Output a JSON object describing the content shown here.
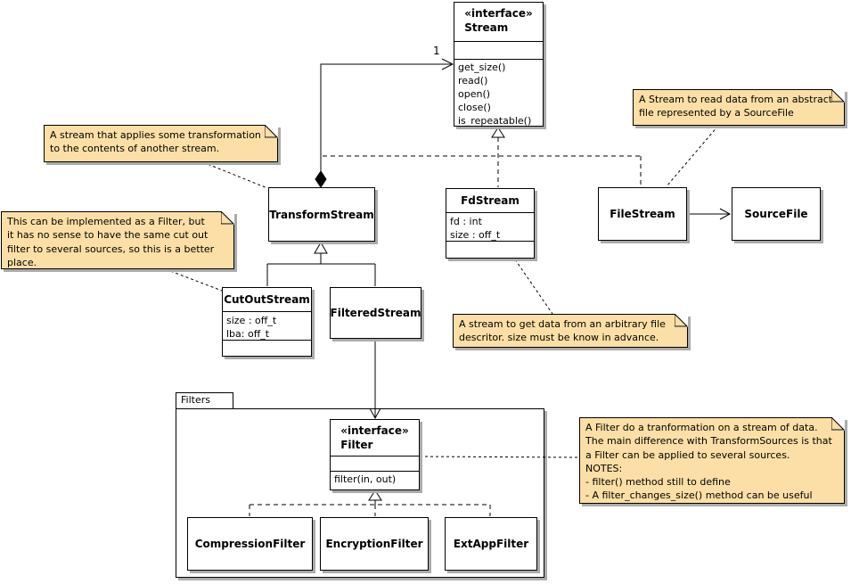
{
  "diagram": {
    "labels": {
      "stream_multiplicity": "1",
      "package": "Filters"
    },
    "classes": {
      "stream": {
        "stereotype": "«interface»",
        "name": "Stream",
        "methods": [
          "get_size()",
          "read()",
          "open()",
          "close()",
          "is_repeatable()"
        ]
      },
      "transform_stream": {
        "name": "TransformStream"
      },
      "fd_stream": {
        "name": "FdStream",
        "attributes": [
          "fd : int",
          "size : off_t"
        ]
      },
      "file_stream": {
        "name": "FileStream"
      },
      "source_file": {
        "name": "SourceFile"
      },
      "cut_out_stream": {
        "name": "CutOutStream",
        "attributes": [
          "size : off_t",
          "lba: off_t"
        ]
      },
      "filtered_stream": {
        "name": "FilteredStream"
      },
      "filter": {
        "stereotype": "«interface»",
        "name": "Filter",
        "methods": [
          "filter(in, out)"
        ]
      },
      "compression_filter": {
        "name": "CompressionFilter"
      },
      "encryption_filter": {
        "name": "EncryptionFilter"
      },
      "ext_app_filter": {
        "name": "ExtAppFilter"
      }
    },
    "notes": {
      "transform_note": {
        "lines": [
          "A stream that applies some transformation",
          "to the contents of another stream."
        ]
      },
      "cutout_note": {
        "lines": [
          "This can be implemented as a Filter, but",
          "it has no sense to have the same cut out",
          "filter to several sources, so this is a better",
          "place."
        ]
      },
      "filestream_note": {
        "lines": [
          "A Stream to read data from an abstract",
          "file represented by a SourceFile"
        ]
      },
      "fdstream_note": {
        "lines": [
          "A stream to get data from an arbitrary file",
          "descritor. size must be know in advance."
        ]
      },
      "filter_note": {
        "lines": [
          "A Filter do a tranformation on a stream of data.",
          "The main difference with TransformSources is that",
          "a Filter can be applied to several sources.",
          "NOTES:",
          "- filter() method still to define",
          "- A filter_changes_size() method can be useful"
        ]
      }
    },
    "colors": {
      "note_fill": "#FBDFA6",
      "shadow": "#ABABAB",
      "line": "#000000",
      "background": "#FFFFFF"
    }
  }
}
